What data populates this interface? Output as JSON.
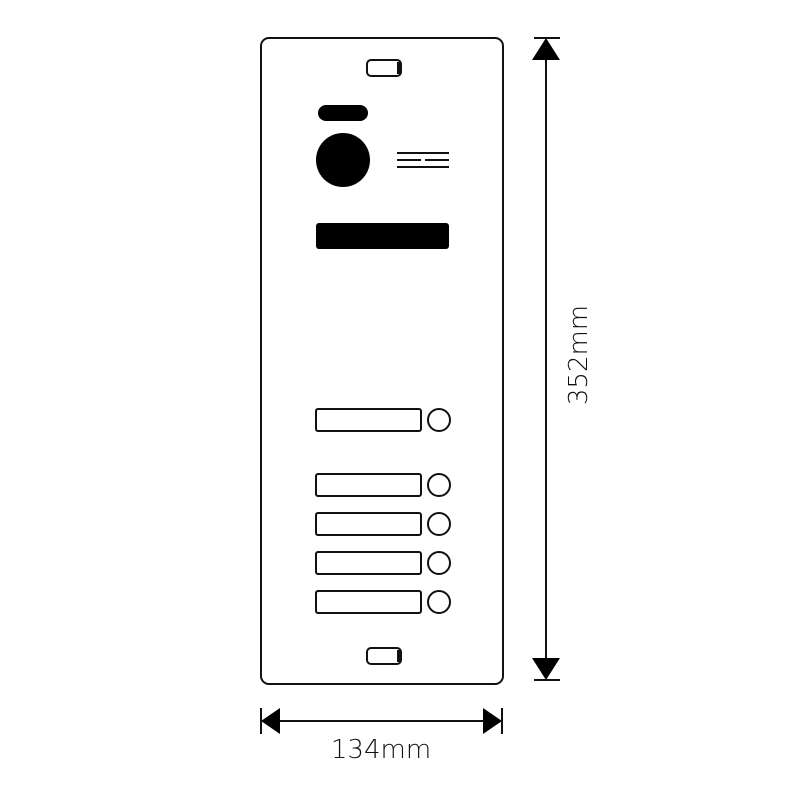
{
  "diagram": {
    "subject": "door-entry-panel",
    "call_buttons": 5,
    "dimensions": {
      "height_label": "352mm",
      "width_label": "134mm"
    },
    "colors": {
      "line": "#111111",
      "fill": "#000000",
      "background": "#ffffff"
    }
  }
}
